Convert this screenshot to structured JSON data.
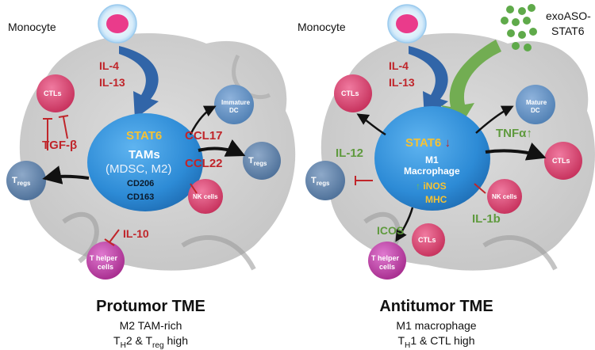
{
  "left": {
    "monocyte": "Monocyte",
    "cytokines_in": [
      "IL-4",
      "IL-13"
    ],
    "ctls": "CTLs",
    "tgfb": "TGF-β",
    "tregs": {
      "base": "T",
      "sub": "regs"
    },
    "tam_core": {
      "stat6": "STAT6",
      "tams": "TAMs",
      "mdsc": "(MDSC, M2)",
      "cd206": "CD206",
      "cd163": "CD163"
    },
    "immature_dc": [
      "Immature",
      "DC"
    ],
    "ccl17": "CCL17",
    "ccl22": "CCL22",
    "tregs_right": {
      "base": "T",
      "sub": "regs"
    },
    "nk_cells": "NK cells",
    "il10": "IL-10",
    "t_helper": [
      "T helper",
      "cells"
    ],
    "title": "Protumor TME",
    "subtitle1": "M2 TAM-rich",
    "subtitle2": {
      "t": "T",
      "h_sub": "H",
      "mid": "2 & T",
      "reg_sub": "reg",
      "end": " high"
    }
  },
  "right": {
    "monocyte": "Monocyte",
    "exoaso": [
      "exoASO-",
      "STAT6"
    ],
    "cytokines_in": [
      "IL-4",
      "IL-13"
    ],
    "ctls_top": "CTLs",
    "il12": "IL-12",
    "tregs": {
      "base": "T",
      "sub": "regs"
    },
    "core": {
      "stat6": "STAT6",
      "m1": "M1",
      "macrophage": "Macrophage",
      "inos": "iNOS",
      "mhc": "MHC"
    },
    "mature_dc": [
      "Mature",
      "DC"
    ],
    "tnfa": "TNFα",
    "ctls_right": "CTLs",
    "nk_cells": "NK cells",
    "il1b": "IL-1b",
    "icos": "ICOS",
    "ctls_bottom": "CTLs",
    "t_helper": [
      "T helper",
      "cells"
    ],
    "title": "Antitumor TME",
    "subtitle1": "M1 macrophage",
    "subtitle2": {
      "t": "T",
      "h_sub": "H",
      "end": "1 & CTL high"
    }
  },
  "colors": {
    "red": "#c0252a",
    "green": "#5f9a3e",
    "core_blue": "#2d8bd6",
    "stat6_yellow": "#f6c233",
    "ctl_pink": "#d9406a",
    "treg_blue": "#5b7fa8",
    "th_purple": "#b8329e"
  }
}
